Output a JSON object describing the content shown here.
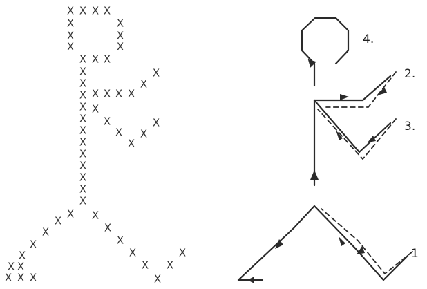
{
  "left_figure": {
    "mark_glyph": "X"
  },
  "right_figure": {
    "step_labels": [
      "4.",
      "2.",
      "3.",
      "1"
    ]
  }
}
